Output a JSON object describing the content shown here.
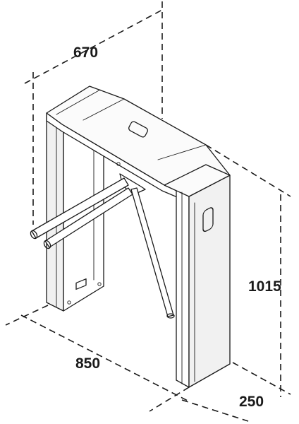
{
  "dimensions": {
    "depth_label": "670",
    "height_label": "1015",
    "width_label": "850",
    "housing_depth_label": "250"
  }
}
